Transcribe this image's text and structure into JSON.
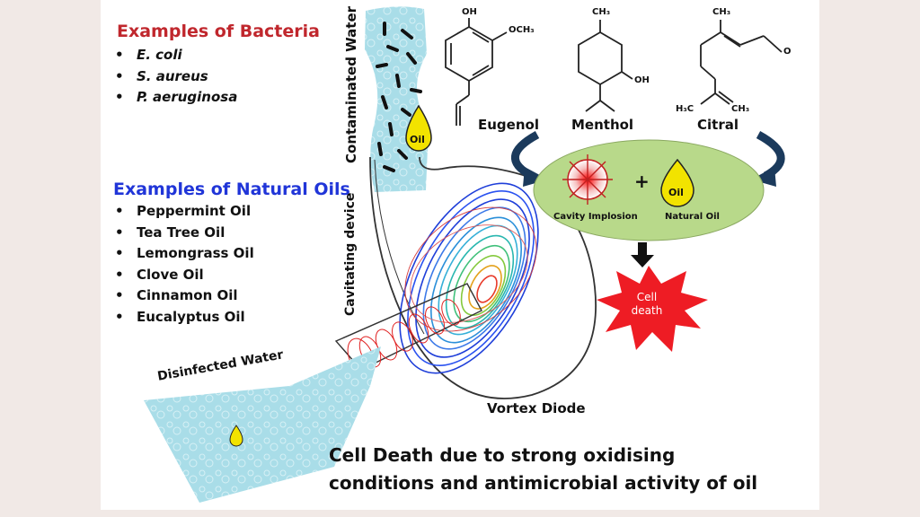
{
  "bacteria": {
    "heading": "Examples of Bacteria",
    "items": [
      "E. coli",
      "S. aureus",
      "P. aeruginosa"
    ]
  },
  "oils": {
    "heading": "Examples of Natural Oils",
    "items": [
      "Peppermint Oil",
      "Tea Tree Oil",
      "Lemongrass Oil",
      "Clove Oil",
      "Cinnamon Oil",
      "Eucalyptus Oil"
    ]
  },
  "device": {
    "contaminated_water": "Contaminated Water",
    "cavitating_device": "Cavitating device",
    "disinfected_water": "Disinfected Water",
    "vortex_diode": "Vortex Diode",
    "oil_drop": "Oil"
  },
  "molecules": {
    "eugenol": "Eugenol",
    "menthol": "Menthol",
    "citral": "Citral",
    "atoms": {
      "oh": "OH",
      "och3": "OCH₃",
      "ch3": "CH₃",
      "h3c": "H₃C",
      "o": "O"
    }
  },
  "mechanism": {
    "cavity_implosion": "Cavity Implosion",
    "natural_oil": "Natural Oil",
    "plus": "+",
    "oil_drop": "Oil",
    "cell_death": "Cell death"
  },
  "conclusion": {
    "line1": "Cell Death due to strong oxidising",
    "line2": "conditions and antimicrobial activity of oil"
  },
  "colors": {
    "bacteria_heading": "#c0272d",
    "oils_heading": "#2035d8",
    "water": "#a9dde8",
    "ellipse_fill": "#b8d98a",
    "cell_death": "#ee1c24",
    "arrow": "#1b3a5c",
    "oil_drop": "#f2e300"
  }
}
